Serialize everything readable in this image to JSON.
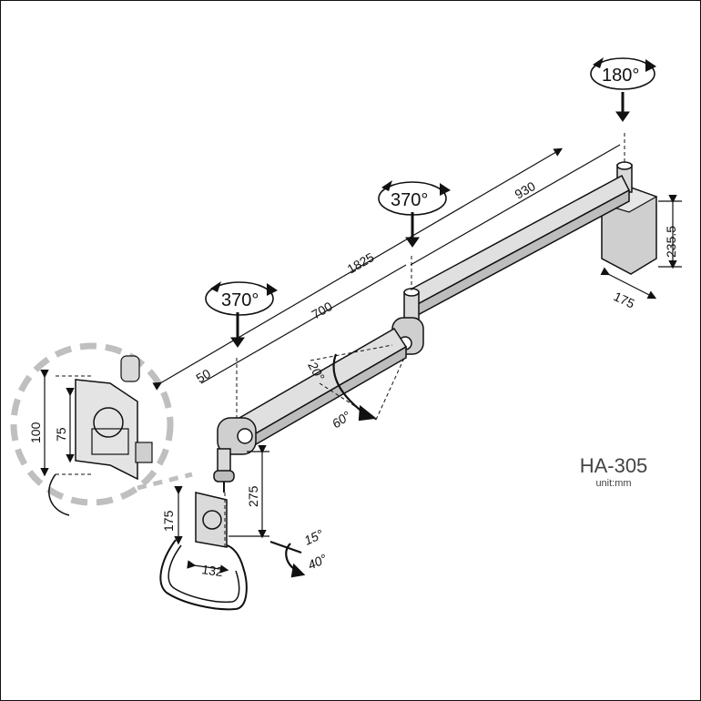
{
  "model": {
    "name": "HA-305",
    "unit": "unit:mm"
  },
  "rotations": {
    "top_pole": "180°",
    "mid_joint": "370°",
    "end_joint": "370°"
  },
  "dimensions": {
    "total_reach": "1825",
    "upper_arm": "930",
    "lower_arm": "700",
    "end_offset": "50",
    "clamp_height": "235.5",
    "clamp_depth": "175",
    "drop_height": "275",
    "holder_height": "175",
    "holder_width": "132",
    "vesa_100": "100",
    "vesa_75": "75"
  },
  "angles": {
    "arm_up": "20°",
    "arm_down": "60°",
    "tilt_up": "15°",
    "tilt_down": "40°"
  }
}
